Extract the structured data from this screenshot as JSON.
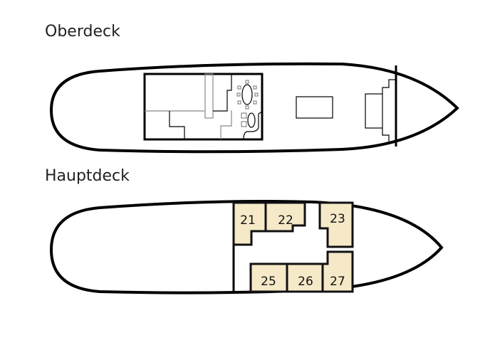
{
  "decks": {
    "upper": {
      "title": "Oberdeck"
    },
    "main": {
      "title": "Hauptdeck"
    }
  },
  "cabins": [
    {
      "number": "21"
    },
    {
      "number": "22"
    },
    {
      "number": "23"
    },
    {
      "number": "25"
    },
    {
      "number": "26"
    },
    {
      "number": "27"
    }
  ],
  "colors": {
    "cabin_fill": "#f5e9c8",
    "outline": "#000000"
  }
}
